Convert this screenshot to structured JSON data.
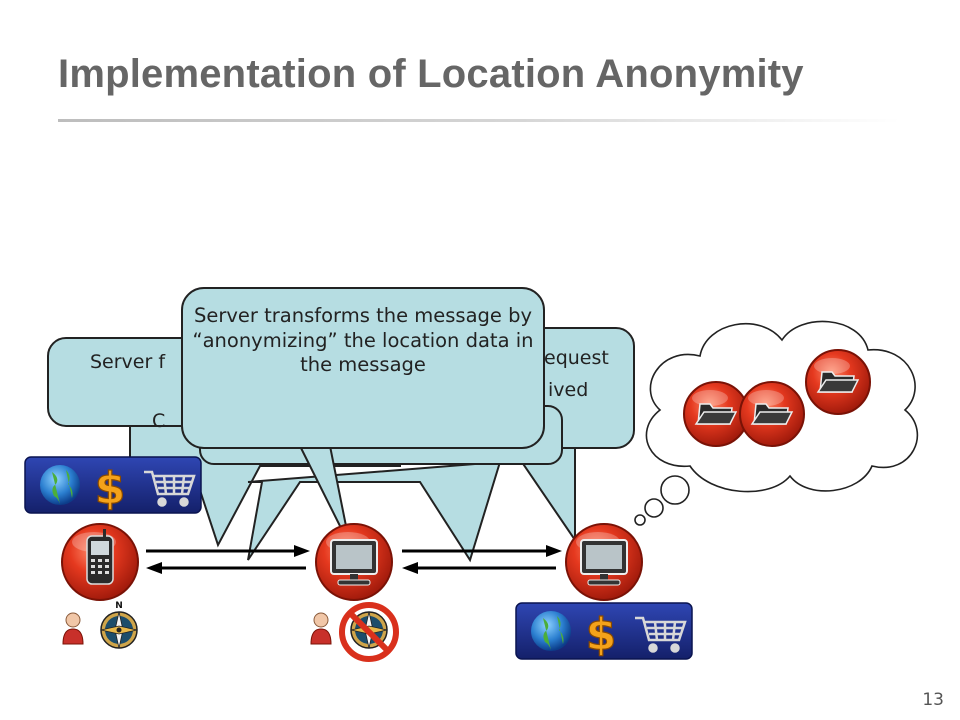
{
  "slide": {
    "title": "Implementation of Location Anonymity",
    "page_number": "13"
  },
  "callouts": {
    "main": "Server transforms the message by “anonymizing” the location data in the message",
    "left_visible_fragment": "Server f",
    "left_lower_fragment": "C",
    "right_fragment_line1": "equest",
    "right_fragment_line2": "ived"
  },
  "colors": {
    "bubble_fill": "#b6dde2",
    "bubble_stroke": "#222222",
    "node_red": "#d9301c",
    "tray_blue": "#1c2f8c"
  },
  "icons": {
    "left_node": "mobile-phone-icon",
    "middle_node": "computer-icon",
    "right_node": "computer-icon",
    "cloud_items": "folder-icon",
    "tray_items": [
      "globe-icon",
      "dollar-icon",
      "shopping-cart-icon"
    ],
    "user": "person-icon",
    "location": "compass-icon",
    "prohibited": "no-symbol-icon"
  }
}
